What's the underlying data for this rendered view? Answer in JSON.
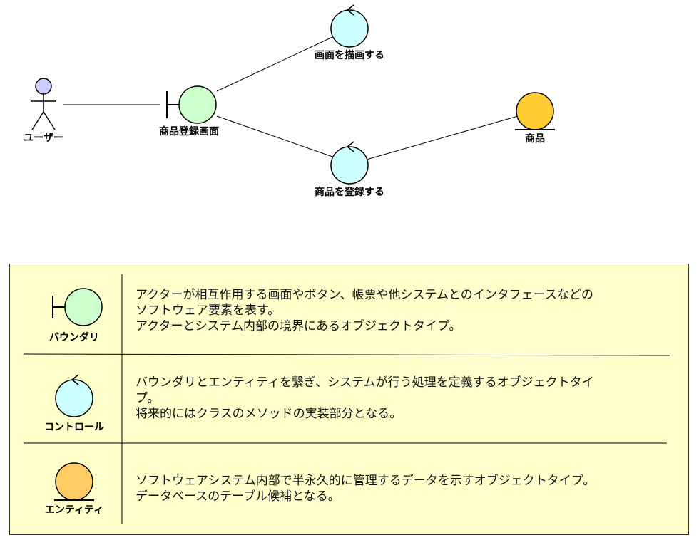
{
  "diagram": {
    "user": "ユーザー",
    "boundary": "商品登録画面",
    "control_draw": "画面を描画する",
    "control_register": "商品を登録する",
    "entity": "商品"
  },
  "colors": {
    "actor": "#ccccff",
    "boundary": "#ccffcc",
    "control": "#ccffff",
    "entity_diagram": "#ffcc33",
    "entity_legend": "#ffcc66",
    "legend_bg": "#ffffcc"
  },
  "legend": {
    "boundary": {
      "title": "バウンダリ",
      "lines": [
        "アクターが相互作用する画面やボタン、帳票や他システムとのインタフェースなどの",
        "ソフトウェア要素を表す。",
        "アクターとシステム内部の境界にあるオブジェクトタイプ。"
      ]
    },
    "control": {
      "title": "コントロール",
      "lines": [
        "バウンダリとエンティティを繋ぎ、システムが行う処理を定義するオブジェクトタイ",
        "プ。",
        "将来的にはクラスのメソッドの実装部分となる。"
      ]
    },
    "entity": {
      "title": "エンティティ",
      "lines": [
        "ソフトウェアシステム内部で半永久的に管理するデータを示すオブジェクトタイプ。",
        "データベースのテーブル候補となる。"
      ]
    }
  }
}
